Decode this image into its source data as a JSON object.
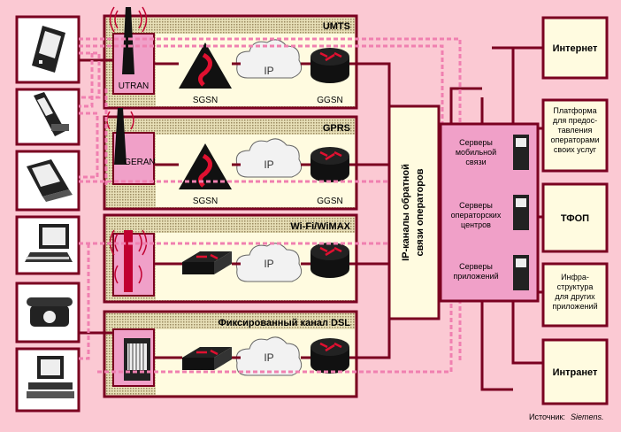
{
  "networks": {
    "umts": {
      "title": "UMTS",
      "access": "UTRAN",
      "sgsn": "SGSN",
      "ip": "IP",
      "ggsn": "GGSN"
    },
    "gprs": {
      "title": "GPRS",
      "access": "GERAN",
      "sgsn": "SGSN",
      "ip": "IP",
      "ggsn": "GGSN"
    },
    "wifi": {
      "title": "Wi-Fi/WiMAX",
      "ip": "IP"
    },
    "dsl": {
      "title": "Фиксированный канал DSL",
      "ip": "IP"
    }
  },
  "ip_channels": {
    "line1": "IP-каналы обратной",
    "line2": "связи операторов"
  },
  "servers": [
    {
      "line1": "Серверы",
      "line2": "мобильной",
      "line3": "связи"
    },
    {
      "line1": "Серверы",
      "line2": "операторских",
      "line3": "центров"
    },
    {
      "line1": "Серверы",
      "line2": "приложений",
      "line3": ""
    }
  ],
  "right_boxes": {
    "internet": "Интернет",
    "platform": [
      "Платформа",
      "для предос-",
      "тавления",
      "операторами",
      "своих услуг"
    ],
    "tfop": "ТФОП",
    "infra": [
      "Инфра-",
      "структура",
      "для других",
      "приложений"
    ],
    "intranet": "Интранет"
  },
  "source": {
    "label": "Источник:",
    "name": "Siemens."
  },
  "colors": {
    "background": "#fbc9d3",
    "box_fill": "#fffbe0",
    "line": "#7a0020",
    "pink": "#f0a0c8",
    "device_box": "#c86080"
  }
}
